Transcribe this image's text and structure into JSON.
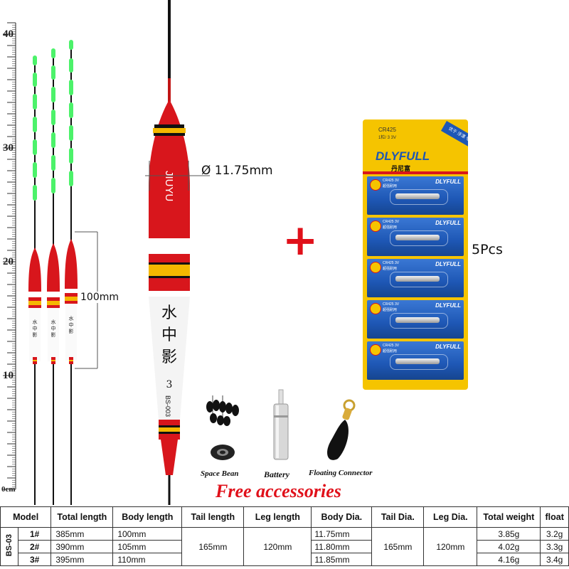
{
  "ruler": {
    "unit": "cm",
    "labels": [
      "40",
      "30",
      "20",
      "10",
      "0cm"
    ]
  },
  "dimension": {
    "diameter": "Ø 11.75mm",
    "body_length": "100mm"
  },
  "float_text": {
    "brand": "JIUYU",
    "chinese": "水中影",
    "number": "3",
    "model": "BS-003"
  },
  "battery_card": {
    "model": "CR425",
    "spec": "1粒/ 3 3V",
    "corner": "优于 浮漂 专用",
    "brand": "DLYFULL",
    "brand_cn": "丹尼富",
    "cell_brand": "DLYFULL",
    "cell_model": "CR425 3V",
    "cell_cn": "超强耐用",
    "count": 5
  },
  "plus_sign": "+",
  "quantity": "5Pcs",
  "accessories": {
    "items": [
      {
        "label": "Space Bean",
        "icon": "space-bean-icon"
      },
      {
        "label": "Battery",
        "icon": "battery-icon"
      },
      {
        "label": "Floating Connector",
        "icon": "floating-connector-icon"
      }
    ],
    "title": "Free accessories"
  },
  "colors": {
    "float_red": "#d8161c",
    "float_yellow": "#f5b800",
    "glow_green": "#4cf26a",
    "accent_red": "#e0101a",
    "card_blue": "#1e57b5",
    "card_yellow": "#f5c400"
  },
  "table": {
    "headers": [
      "Model",
      "Total length",
      "Body length",
      "Tail length",
      "Leg length",
      "Body Dia.",
      "Tail Dia.",
      "Leg Dia.",
      "Total weight",
      "float"
    ],
    "series": "BS-03",
    "rows": [
      {
        "num": "1#",
        "total_length": "385mm",
        "body_length": "100mm",
        "body_dia": "11.75mm",
        "total_weight": "3.85g",
        "float": "3.2g"
      },
      {
        "num": "2#",
        "total_length": "390mm",
        "body_length": "105mm",
        "body_dia": "11.80mm",
        "total_weight": "4.02g",
        "float": "3.3g"
      },
      {
        "num": "3#",
        "total_length": "395mm",
        "body_length": "110mm",
        "body_dia": "11.85mm",
        "total_weight": "4.16g",
        "float": "3.4g"
      }
    ],
    "shared": {
      "tail_length": "165mm",
      "leg_length": "120mm",
      "tail_dia": "165mm",
      "leg_dia": "120mm"
    }
  }
}
